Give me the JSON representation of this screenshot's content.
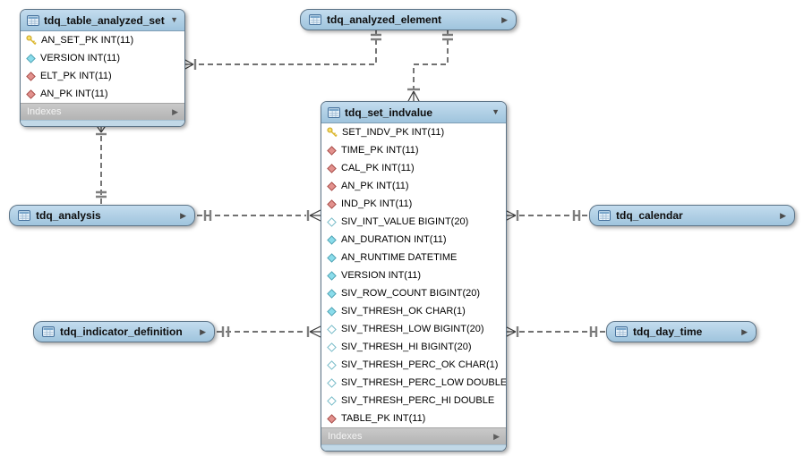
{
  "diagram": {
    "title": "EER diagram canvas",
    "footer_label_default": "Indexes",
    "colors": {
      "table_header_blue": "#aecde3",
      "indexes_bar_gray": "#bfbfbf",
      "bottom_strip_blue": "#c1d8e7",
      "primary_key_icon": "#f4d950",
      "foreign_key_icon": "#e0908c",
      "notnull_attr_icon": "#8adceb",
      "nullable_attr_icon": "#ffffff",
      "connector_line": "#1c1c1c"
    },
    "tables": [
      {
        "name": "tdq_table_analyzed_set",
        "state": "expanded",
        "footer_label": "Indexes",
        "columns": [
          {
            "icon": "primary-key",
            "label": "AN_SET_PK INT(11)"
          },
          {
            "icon": "attr-notnull",
            "label": "VERSION INT(11)"
          },
          {
            "icon": "foreign-key",
            "label": "ELT_PK INT(11)"
          },
          {
            "icon": "foreign-key",
            "label": "AN_PK INT(11)"
          }
        ]
      },
      {
        "name": "tdq_analyzed_element",
        "state": "collapsed"
      },
      {
        "name": "tdq_set_indvalue",
        "state": "expanded",
        "footer_label": "Indexes",
        "columns": [
          {
            "icon": "primary-key",
            "label": "SET_INDV_PK INT(11)"
          },
          {
            "icon": "foreign-key",
            "label": "TIME_PK INT(11)"
          },
          {
            "icon": "foreign-key",
            "label": "CAL_PK INT(11)"
          },
          {
            "icon": "foreign-key",
            "label": "AN_PK INT(11)"
          },
          {
            "icon": "foreign-key",
            "label": "IND_PK INT(11)"
          },
          {
            "icon": "attr-null",
            "label": "SIV_INT_VALUE BIGINT(20)"
          },
          {
            "icon": "attr-notnull",
            "label": "AN_DURATION INT(11)"
          },
          {
            "icon": "attr-notnull",
            "label": "AN_RUNTIME DATETIME"
          },
          {
            "icon": "attr-notnull",
            "label": "VERSION INT(11)"
          },
          {
            "icon": "attr-notnull",
            "label": "SIV_ROW_COUNT BIGINT(20)"
          },
          {
            "icon": "attr-notnull",
            "label": "SIV_THRESH_OK CHAR(1)"
          },
          {
            "icon": "attr-null",
            "label": "SIV_THRESH_LOW BIGINT(20)"
          },
          {
            "icon": "attr-null",
            "label": "SIV_THRESH_HI BIGINT(20)"
          },
          {
            "icon": "attr-null",
            "label": "SIV_THRESH_PERC_OK CHAR(1)"
          },
          {
            "icon": "attr-null",
            "label": "SIV_THRESH_PERC_LOW DOUBLE"
          },
          {
            "icon": "attr-null",
            "label": "SIV_THRESH_PERC_HI DOUBLE"
          },
          {
            "icon": "foreign-key",
            "label": "TABLE_PK INT(11)"
          }
        ]
      },
      {
        "name": "tdq_analysis",
        "state": "collapsed"
      },
      {
        "name": "tdq_calendar",
        "state": "collapsed"
      },
      {
        "name": "tdq_indicator_definition",
        "state": "collapsed"
      },
      {
        "name": "tdq_day_time",
        "state": "collapsed"
      }
    ],
    "relationships": [
      {
        "one_side": "tdq_analyzed_element",
        "many_side": "tdq_table_analyzed_set",
        "style": "dashed",
        "one_marker": "double-bar",
        "many_marker": "crow-foot-bar"
      },
      {
        "one_side": "tdq_analyzed_element",
        "many_side": "tdq_set_indvalue",
        "style": "dashed",
        "one_marker": "double-bar",
        "many_marker": "crow-foot-bar"
      },
      {
        "one_side": "tdq_analysis",
        "many_side": "tdq_table_analyzed_set",
        "style": "dashed",
        "one_marker": "double-bar",
        "many_marker": "crow-foot-bar"
      },
      {
        "one_side": "tdq_analysis",
        "many_side": "tdq_set_indvalue",
        "style": "dashed",
        "one_marker": "double-bar",
        "many_marker": "crow-foot-bar"
      },
      {
        "one_side": "tdq_calendar",
        "many_side": "tdq_set_indvalue",
        "style": "dashed",
        "one_marker": "double-bar",
        "many_marker": "crow-foot-bar"
      },
      {
        "one_side": "tdq_indicator_definition",
        "many_side": "tdq_set_indvalue",
        "style": "dashed",
        "one_marker": "double-bar",
        "many_marker": "crow-foot-bar"
      },
      {
        "one_side": "tdq_day_time",
        "many_side": "tdq_set_indvalue",
        "style": "dashed",
        "one_marker": "double-bar",
        "many_marker": "crow-foot-bar"
      }
    ]
  }
}
